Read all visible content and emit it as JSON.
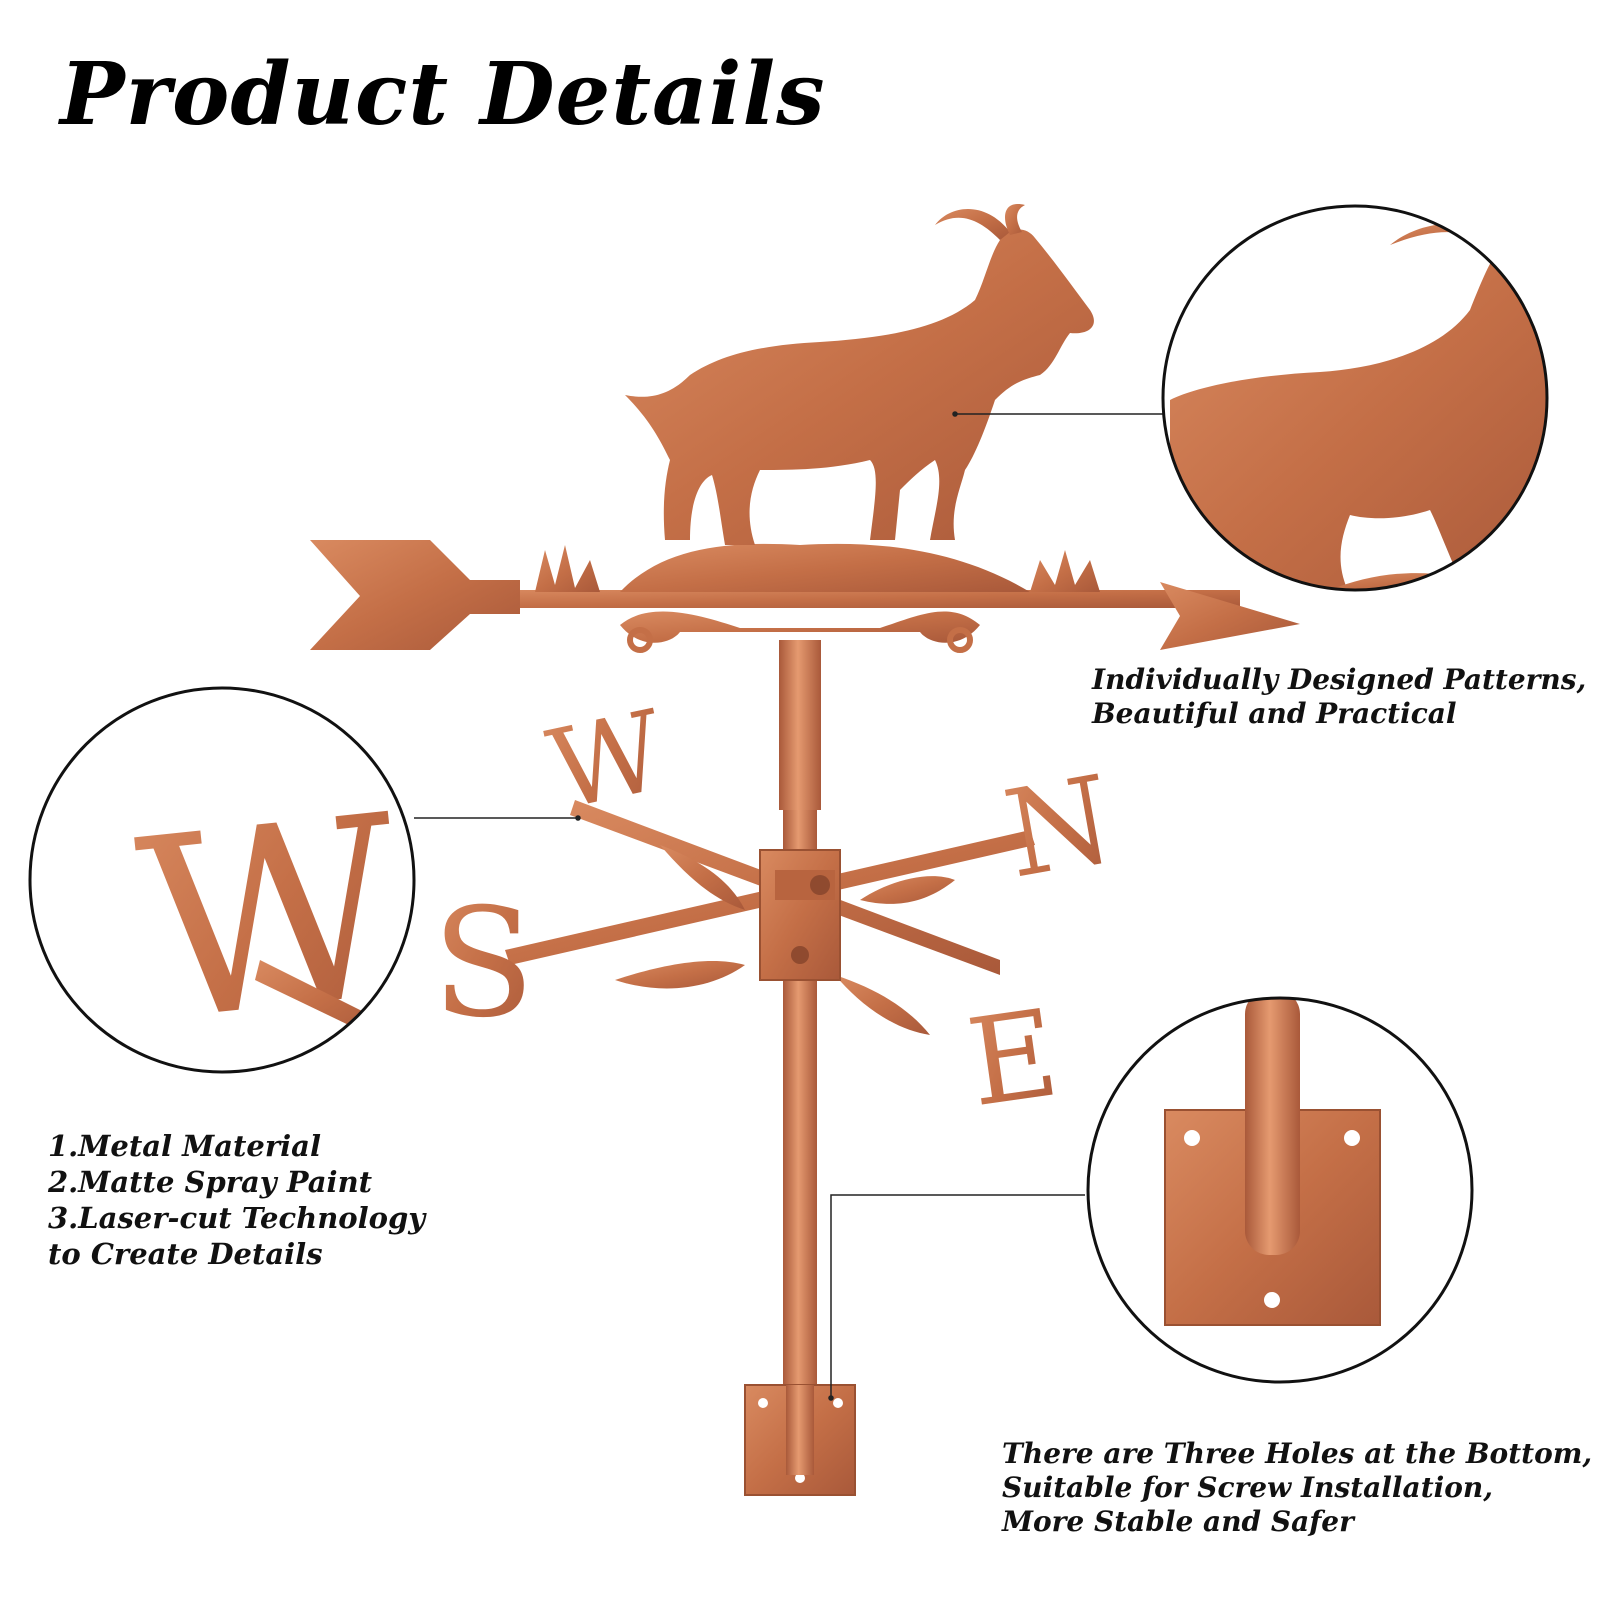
{
  "title": "Product Details",
  "compass_letters": {
    "west": "W",
    "north": "N",
    "south": "S",
    "east": "E"
  },
  "callouts": {
    "top_right": {
      "lines": [
        "Individually Designed Patterns,",
        "Beautiful and Practical"
      ]
    },
    "left": {
      "lines": [
        "1.Metal Material",
        "2.Matte Spray Paint",
        "3.Laser-cut Technology",
        "to Create Details"
      ]
    },
    "bottom_right": {
      "lines": [
        "There are Three Holes at the Bottom,",
        "Suitable for Screw Installation,",
        "More Stable and Safer"
      ]
    }
  },
  "colors": {
    "copper": "#c9764d",
    "copper_dark": "#9a5132",
    "copper_light": "#e0946a",
    "text": "#111111"
  }
}
